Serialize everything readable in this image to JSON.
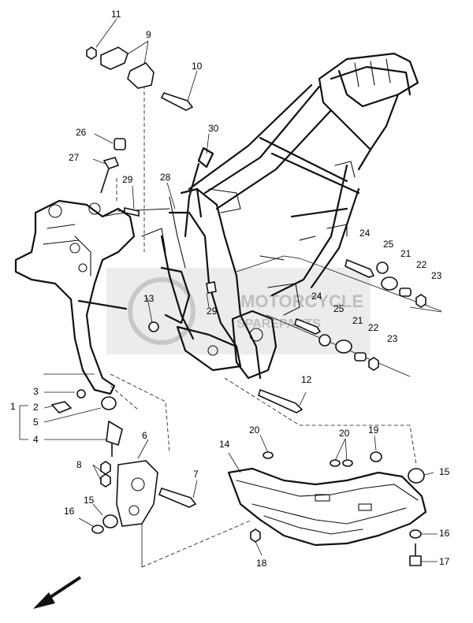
{
  "watermark": {
    "line1": "MOTORCYCLE",
    "line2": "SPAREPARTS"
  },
  "callouts": [
    {
      "id": "c1",
      "text": "1"
    },
    {
      "id": "c2",
      "text": "2"
    },
    {
      "id": "c3",
      "text": "3"
    },
    {
      "id": "c4",
      "text": "4"
    },
    {
      "id": "c5",
      "text": "5"
    },
    {
      "id": "c6",
      "text": "6"
    },
    {
      "id": "c7",
      "text": "7"
    },
    {
      "id": "c8",
      "text": "8"
    },
    {
      "id": "c9",
      "text": "9"
    },
    {
      "id": "c10",
      "text": "10"
    },
    {
      "id": "c11",
      "text": "11"
    },
    {
      "id": "c12",
      "text": "12"
    },
    {
      "id": "c13",
      "text": "13"
    },
    {
      "id": "c14",
      "text": "14"
    },
    {
      "id": "c15a",
      "text": "15"
    },
    {
      "id": "c15b",
      "text": "15"
    },
    {
      "id": "c16a",
      "text": "16"
    },
    {
      "id": "c16b",
      "text": "16"
    },
    {
      "id": "c17",
      "text": "17"
    },
    {
      "id": "c18",
      "text": "18"
    },
    {
      "id": "c19",
      "text": "19"
    },
    {
      "id": "c20a",
      "text": "20"
    },
    {
      "id": "c20b",
      "text": "20"
    },
    {
      "id": "c21a",
      "text": "21"
    },
    {
      "id": "c21b",
      "text": "21"
    },
    {
      "id": "c22a",
      "text": "22"
    },
    {
      "id": "c22b",
      "text": "22"
    },
    {
      "id": "c23a",
      "text": "23"
    },
    {
      "id": "c23b",
      "text": "23"
    },
    {
      "id": "c24a",
      "text": "24"
    },
    {
      "id": "c24b",
      "text": "24"
    },
    {
      "id": "c25a",
      "text": "25"
    },
    {
      "id": "c25b",
      "text": "25"
    },
    {
      "id": "c26",
      "text": "26"
    },
    {
      "id": "c27",
      "text": "27"
    },
    {
      "id": "c28",
      "text": "28"
    },
    {
      "id": "c29a",
      "text": "29"
    },
    {
      "id": "c29b",
      "text": "29"
    },
    {
      "id": "c30",
      "text": "30"
    }
  ]
}
